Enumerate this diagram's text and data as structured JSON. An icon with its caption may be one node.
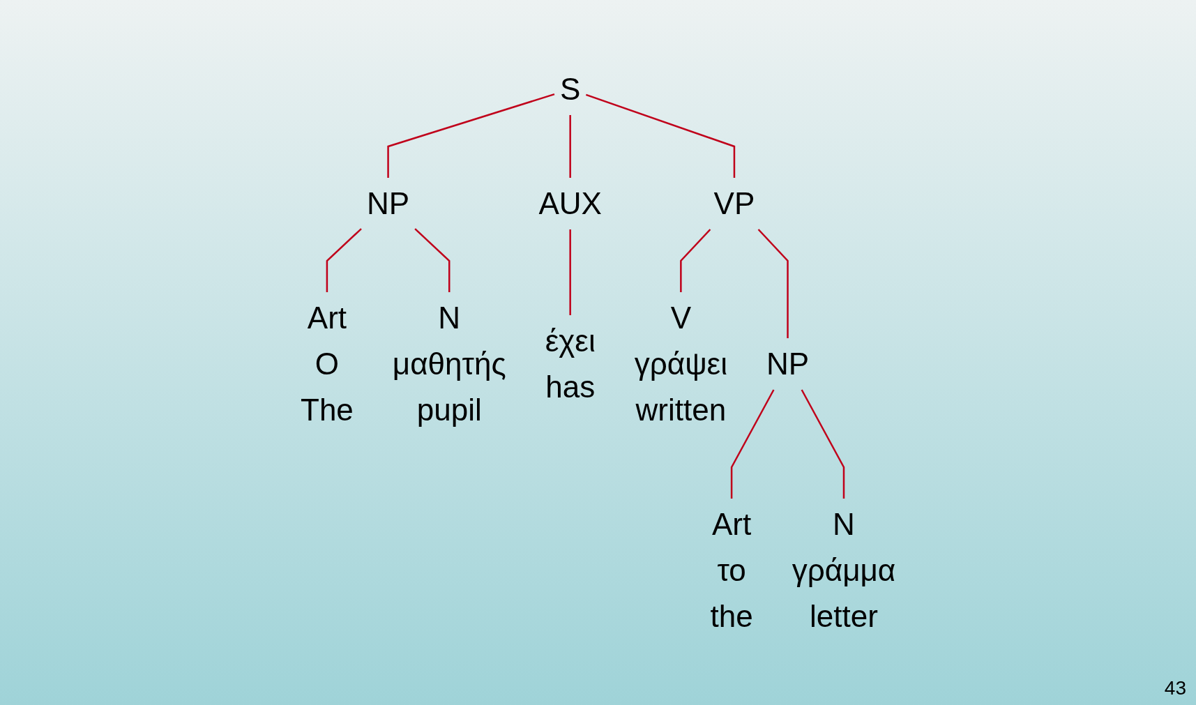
{
  "diagram": {
    "nodes": [
      {
        "text": [
          "S"
        ]
      },
      {
        "text": [
          "NP"
        ]
      },
      {
        "text": [
          "AUX"
        ]
      },
      {
        "text": [
          "VP"
        ]
      },
      {
        "text": [
          "Art"
        ],
        "beside": [
          "Ο",
          "The"
        ]
      },
      {
        "text": [
          "N"
        ],
        "beside": [
          "μαθητής",
          "pupil"
        ]
      },
      {
        "text": [
          "έχει"
        ],
        "beside": [
          "has"
        ]
      },
      {
        "text": [
          "V"
        ],
        "beside": [
          "γράψει",
          "written"
        ]
      },
      {
        "text": [
          "NP"
        ]
      },
      {
        "text": [
          "Art"
        ],
        "beside": [
          "το",
          "the"
        ]
      },
      {
        "text": [
          "N"
        ],
        "beside": [
          "γράμμα",
          "letter"
        ]
      }
    ],
    "edges": [
      {
        "from": 0,
        "to": 1,
        "arrow": "none"
      },
      {
        "from": 0,
        "to": 2,
        "arrow": "none"
      },
      {
        "from": 0,
        "to": 3,
        "arrow": "none"
      },
      {
        "from": 1,
        "to": 4,
        "arrow": "none"
      },
      {
        "from": 1,
        "to": 5,
        "arrow": "none"
      },
      {
        "from": 2,
        "to": 6,
        "arrow": "none"
      },
      {
        "from": 3,
        "to": 7,
        "arrow": "none"
      },
      {
        "from": 3,
        "to": 8,
        "arrow": "none"
      },
      {
        "from": 8,
        "to": 9,
        "arrow": "none"
      },
      {
        "from": 8,
        "to": 10,
        "arrow": "none"
      }
    ],
    "labels": [
      "43"
    ]
  }
}
